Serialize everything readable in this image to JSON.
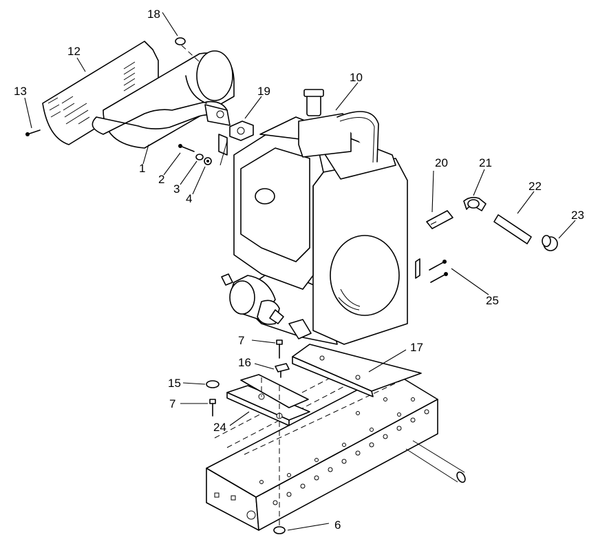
{
  "callouts": {
    "c1": "1",
    "c2": "2",
    "c3": "3",
    "c4": "4",
    "c6": "6",
    "c7a": "7",
    "c7b": "7",
    "c10": "10",
    "c12": "12",
    "c13": "13",
    "c15": "15",
    "c16": "16",
    "c17": "17",
    "c18": "18",
    "c19": "19",
    "c20": "20",
    "c21": "21",
    "c22": "22",
    "c23": "23",
    "c24": "24",
    "c25": "25"
  }
}
